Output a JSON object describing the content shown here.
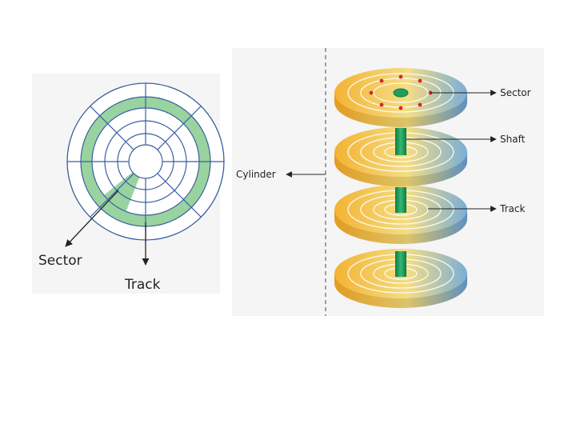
{
  "left_diagram": {
    "sector_label": "Sector",
    "track_label": "Track",
    "colors": {
      "grid": "#3a5f9f",
      "highlight": "#98d3a0"
    }
  },
  "right_diagram": {
    "cylinder_label": "Cylinder",
    "sector_label": "Sector",
    "shaft_label": "Shaft",
    "track_label": "Track",
    "colors": {
      "platter_warm": "#f3b333",
      "platter_mid": "#f4dd84",
      "platter_cool": "#7aaed8",
      "shaft": "#1e9e5e",
      "sector_dot": "#d7262c"
    }
  }
}
